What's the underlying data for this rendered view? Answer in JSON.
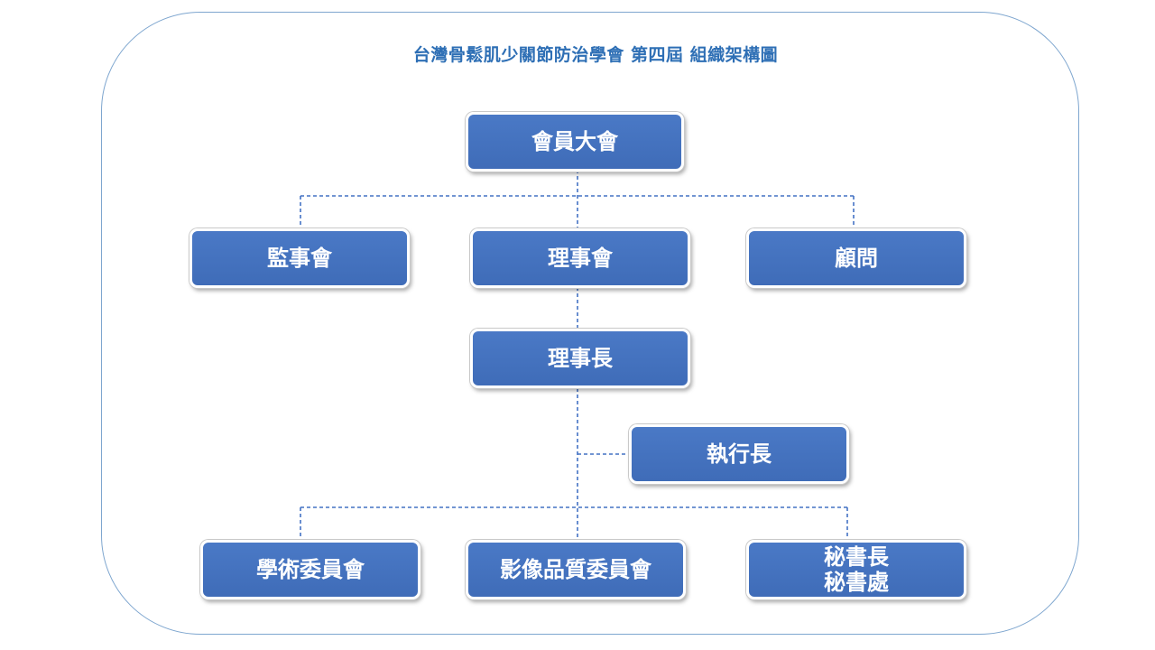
{
  "title": "台灣骨鬆肌少關節防治學會 第四屆 組織架構圖",
  "nodes": {
    "general_assembly": "會員大會",
    "supervisors": "監事會",
    "board": "理事會",
    "advisors": "顧問",
    "chairman": "理事長",
    "executive_director": "執行長",
    "academic_committee": "學術委員會",
    "imaging_quality_committee": "影像品質委員會",
    "secretariat": "秘書長\n秘書處"
  },
  "colors": {
    "node_fill": "#4472c4",
    "connector": "#4472c4",
    "title": "#2e6fb5",
    "frame": "#7ea6cf"
  }
}
